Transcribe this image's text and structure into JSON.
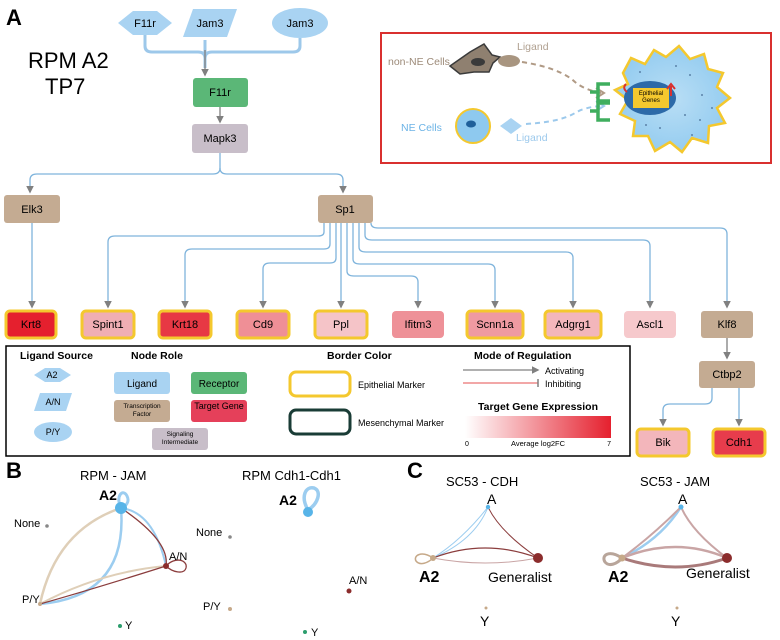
{
  "panel_labels": {
    "a": "A",
    "b": "B",
    "c": "C"
  },
  "title": {
    "line1": "RPM A2",
    "line2": "TP7"
  },
  "ligands": [
    {
      "id": "lig1",
      "label": "F11r",
      "source": "A2"
    },
    {
      "id": "lig2",
      "label": "Jam3",
      "source": "A/N"
    },
    {
      "id": "lig3",
      "label": "Jam3",
      "source": "P/Y"
    }
  ],
  "receptor": "F11r",
  "intermediates": {
    "mapk3": "Mapk3",
    "elk3": "Elk3",
    "sp1": "Sp1",
    "klf8": "Klf8",
    "ctbp2": "Ctbp2"
  },
  "targets": [
    {
      "id": "krt8",
      "label": "Krt8",
      "fill": "#e5202e",
      "epithelial": true
    },
    {
      "id": "spint1",
      "label": "Spint1",
      "fill": "#f0aeb3",
      "epithelial": true
    },
    {
      "id": "krt18",
      "label": "Krt18",
      "fill": "#e73844",
      "epithelial": true
    },
    {
      "id": "cd9",
      "label": "Cd9",
      "fill": "#ef8f96",
      "epithelial": true
    },
    {
      "id": "ppl",
      "label": "Ppl",
      "fill": "#f5c4c8",
      "epithelial": true
    },
    {
      "id": "ifitm3",
      "label": "Ifitm3",
      "fill": "#ee9198",
      "epithelial": false
    },
    {
      "id": "scnn1a",
      "label": "Scnn1a",
      "fill": "#ef9aa1",
      "epithelial": true
    },
    {
      "id": "adgrg1",
      "label": "Adgrg1",
      "fill": "#f3b6bb",
      "epithelial": true
    },
    {
      "id": "ascl1",
      "label": "Ascl1",
      "fill": "#f6c9cc",
      "epithelial": false
    },
    {
      "id": "bik",
      "label": "Bik",
      "fill": "#f3b6bb",
      "epithelial": true
    },
    {
      "id": "cdh1",
      "label": "Cdh1",
      "fill": "#e73c4c",
      "epithelial": true
    }
  ],
  "inset": {
    "non_ne_cells": "non-NE Cells",
    "ligand_top": "Ligand",
    "ne_cells": "NE Cells",
    "ligand_bottom": "Ligand",
    "epithelial_genes": "Epithelial Genes"
  },
  "legend": {
    "ligand_source_title": "Ligand Source",
    "sources": [
      "A2",
      "A/N",
      "P/Y"
    ],
    "node_role_title": "Node Role",
    "roles": {
      "ligand": "Ligand",
      "receptor": "Receptor",
      "tf": "Transcription Factor",
      "target": "Target Gene",
      "intermediate": "Signaling Intermediate"
    },
    "border_title": "Border Color",
    "epithelial_marker": "Epithelial Marker",
    "mesenchymal_marker": "Mesenchymal Marker",
    "regulation_title": "Mode of  Regulation",
    "activating": "Activating",
    "inhibiting": "Inhibiting",
    "expression_title": "Target Gene Expression",
    "expression_min": "0",
    "expression_max": "7",
    "expression_label": "Average log2FC"
  },
  "networks": [
    {
      "id": "rpm-jam",
      "title": "RPM - JAM",
      "nodes": [
        {
          "id": "A2",
          "label": "A2"
        },
        {
          "id": "None",
          "label": "None"
        },
        {
          "id": "A/N",
          "label": "A/N"
        },
        {
          "id": "P/Y",
          "label": "P/Y"
        },
        {
          "id": "Y",
          "label": "Y"
        }
      ]
    },
    {
      "id": "rpm-cdh1",
      "title": "RPM Cdh1-Cdh1",
      "nodes": [
        {
          "id": "A2",
          "label": "A2"
        },
        {
          "id": "None",
          "label": "None"
        },
        {
          "id": "A/N",
          "label": "A/N"
        },
        {
          "id": "P/Y",
          "label": "P/Y"
        },
        {
          "id": "Y",
          "label": "Y"
        }
      ]
    },
    {
      "id": "sc53-cdh",
      "title": "SC53 - CDH",
      "nodes": [
        {
          "id": "A",
          "label": "A"
        },
        {
          "id": "A2",
          "label": "A2"
        },
        {
          "id": "Generalist",
          "label": "Generalist"
        },
        {
          "id": "Y",
          "label": "Y"
        }
      ]
    },
    {
      "id": "sc53-jam",
      "title": "SC53 - JAM",
      "nodes": [
        {
          "id": "A",
          "label": "A"
        },
        {
          "id": "A2",
          "label": "A2"
        },
        {
          "id": "Generalist",
          "label": "Generalist"
        },
        {
          "id": "Y",
          "label": "Y"
        }
      ]
    }
  ],
  "colors": {
    "ligand": "#a9d3f2",
    "receptor": "#5bb777",
    "intermediate": "#c8bec9",
    "tf": "#c4ab92",
    "epithelial_border": "#f4c82e",
    "mesenchymal_border": "#1a3c36",
    "arrow": "#7fb4dc",
    "inset_border": "#d9302f",
    "target_max": "#e5202e",
    "node_a2": "#58b4e8",
    "node_an": "#8b2c2c",
    "node_py": "#c6a989",
    "node_y": "#2c9e6d",
    "node_none": "#888888"
  }
}
